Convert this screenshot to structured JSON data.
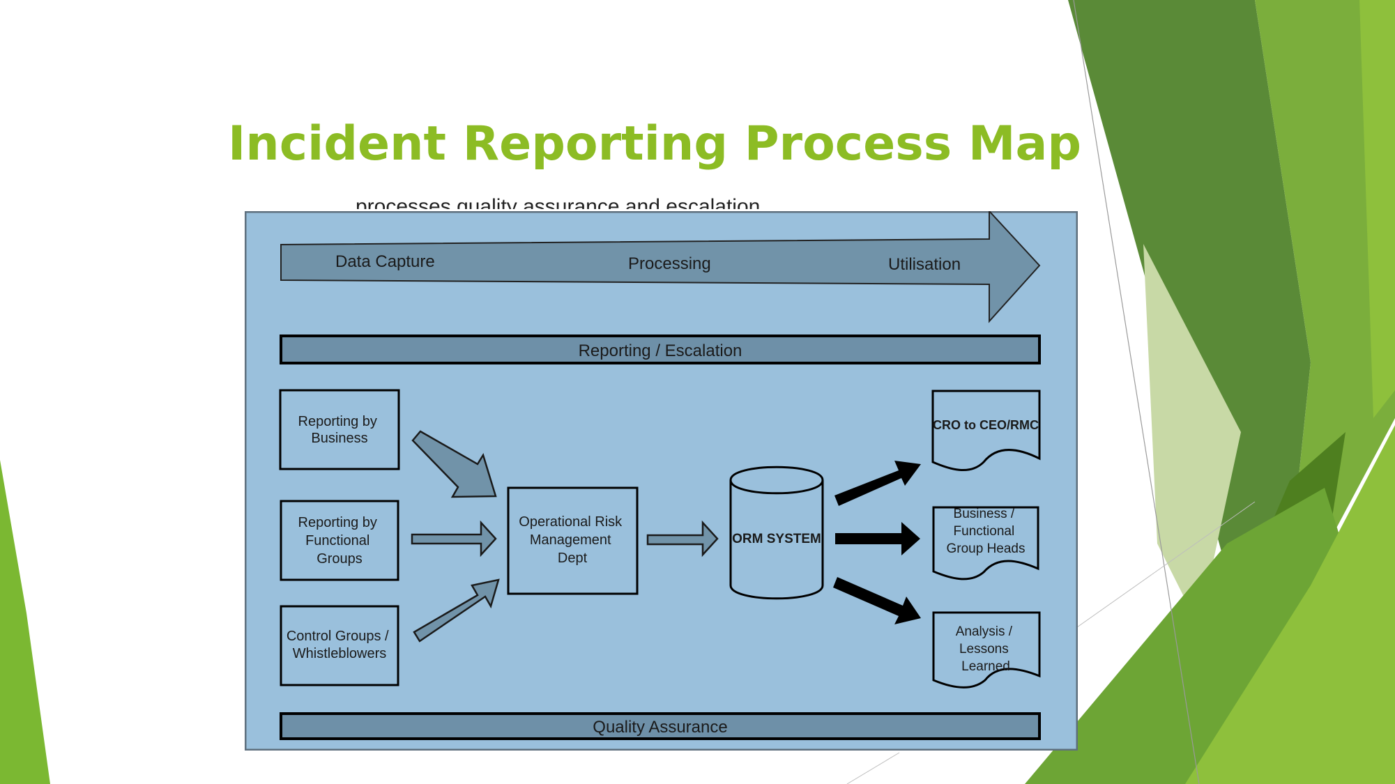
{
  "slide": {
    "title": "Incident Reporting Process Map",
    "cutoff_text": "processes quality assurance and escalation."
  },
  "colors": {
    "title": "#8CBC24",
    "diagram_bg": "#9AC0DC",
    "arrow_fill": "#7193A9",
    "band_fill": "#6E90A8",
    "dark_arrow": "#000000",
    "deco_greens": [
      "#5A8A37",
      "#7BAE3C",
      "#8EC03C",
      "#C8D9A6",
      "#4E7F1F"
    ]
  },
  "diagram": {
    "phase_arrow": {
      "stages": [
        "Data Capture",
        "Processing",
        "Utilisation"
      ]
    },
    "top_band": "Reporting / Escalation",
    "bottom_band": "Quality Assurance",
    "sources": [
      [
        "Reporting by",
        "Business"
      ],
      [
        "Reporting by",
        "Functional",
        "Groups"
      ],
      [
        "Control Groups /",
        "Whistleblowers"
      ]
    ],
    "center_box": [
      "Operational Risk",
      "Management",
      "Dept"
    ],
    "system": "ORM SYSTEM",
    "outputs": [
      [
        "CRO to CEO/RMC"
      ],
      [
        "Business /",
        "Functional",
        "Group Heads"
      ],
      [
        "Analysis /",
        "Lessons",
        "Learned"
      ]
    ]
  }
}
